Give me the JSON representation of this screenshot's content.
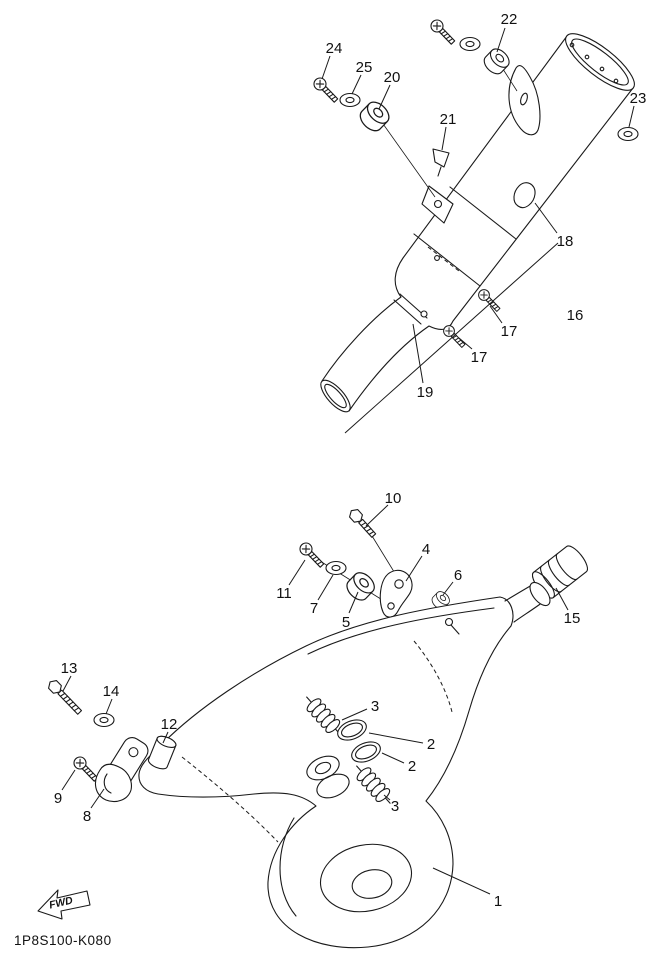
{
  "diagram": {
    "title_hidden": "",
    "part_code": "1P8S100-K080",
    "fwd_label": "FWD",
    "ink_color": "#1a1a1a",
    "background_color": "#ffffff",
    "callouts": [
      {
        "n": "22"
      },
      {
        "n": "24"
      },
      {
        "n": "25"
      },
      {
        "n": "20"
      },
      {
        "n": "21"
      },
      {
        "n": "23"
      },
      {
        "n": "18"
      },
      {
        "n": "16"
      },
      {
        "n": "17"
      },
      {
        "n": "17"
      },
      {
        "n": "19"
      },
      {
        "n": "10"
      },
      {
        "n": "4"
      },
      {
        "n": "6"
      },
      {
        "n": "11"
      },
      {
        "n": "7"
      },
      {
        "n": "5"
      },
      {
        "n": "15"
      },
      {
        "n": "13"
      },
      {
        "n": "14"
      },
      {
        "n": "12"
      },
      {
        "n": "9"
      },
      {
        "n": "8"
      },
      {
        "n": "3"
      },
      {
        "n": "2"
      },
      {
        "n": "2"
      },
      {
        "n": "3"
      },
      {
        "n": "1"
      }
    ]
  }
}
